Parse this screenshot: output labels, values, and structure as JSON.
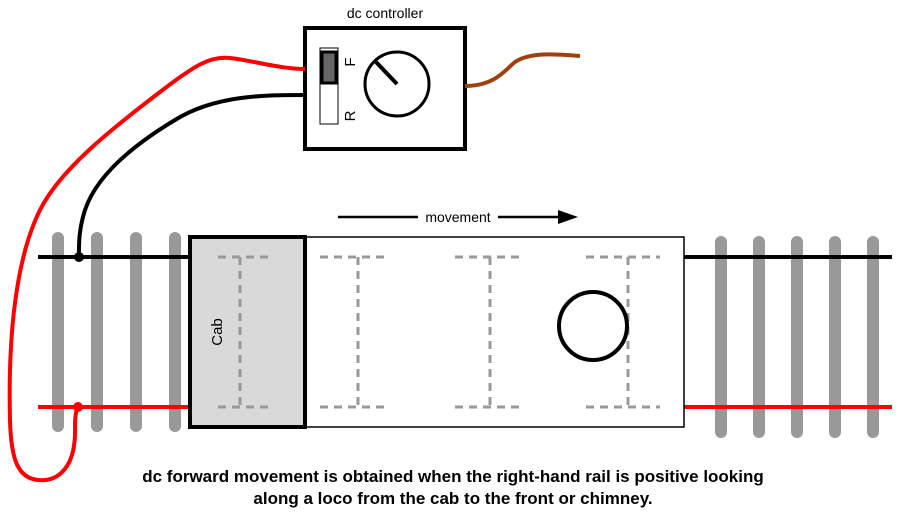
{
  "controller": {
    "title": "dc controller",
    "forward_label": "F",
    "reverse_label": "R"
  },
  "loco": {
    "cab_label": "Cab",
    "movement_label": "movement"
  },
  "caption": {
    "line1": "dc forward movement is obtained when the right-hand rail is positive looking",
    "line2": "along a loco from the cab to the front or chimney."
  },
  "colors": {
    "positive_wire": "#ff0000",
    "negative_wire": "#000000",
    "mains_lead": "#a0410d",
    "sleeper": "#999999",
    "cab_fill": "#d9d9d9",
    "dashed_outline": "#999999"
  }
}
